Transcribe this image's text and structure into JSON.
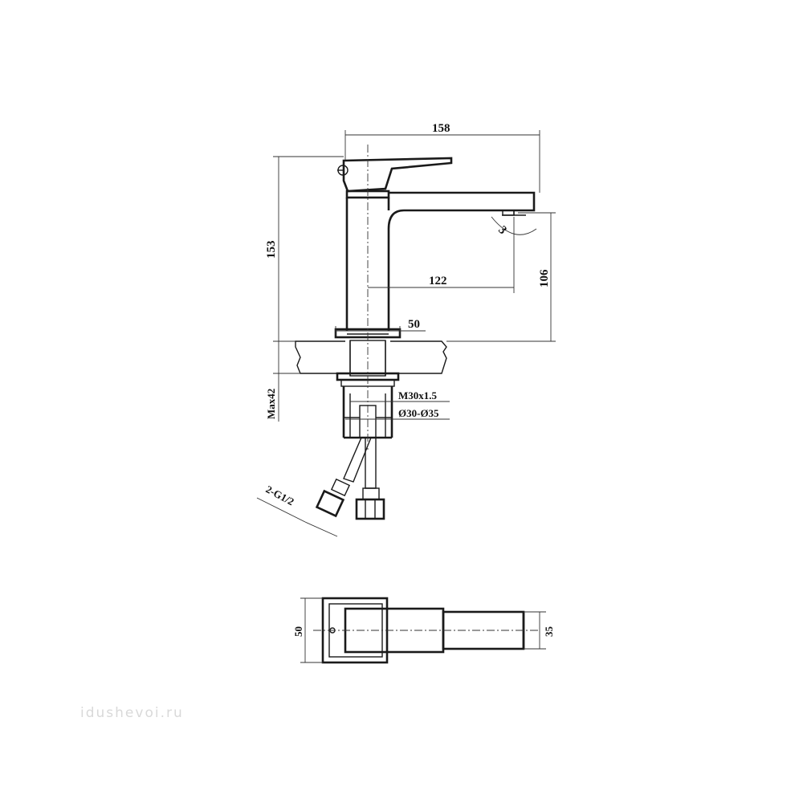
{
  "dimensions": {
    "width_total": "158",
    "height_total": "153",
    "spout_reach": "122",
    "spout_height": "106",
    "base_width": "50",
    "angle": "3",
    "max_thickness": "Max42",
    "thread": "M30x1.5",
    "hole_diameter": "Ø30-Ø35",
    "hose_connection": "2-G1/2",
    "top_view_width": "50",
    "spout_width": "35"
  },
  "watermark": "idushevoi.ru"
}
